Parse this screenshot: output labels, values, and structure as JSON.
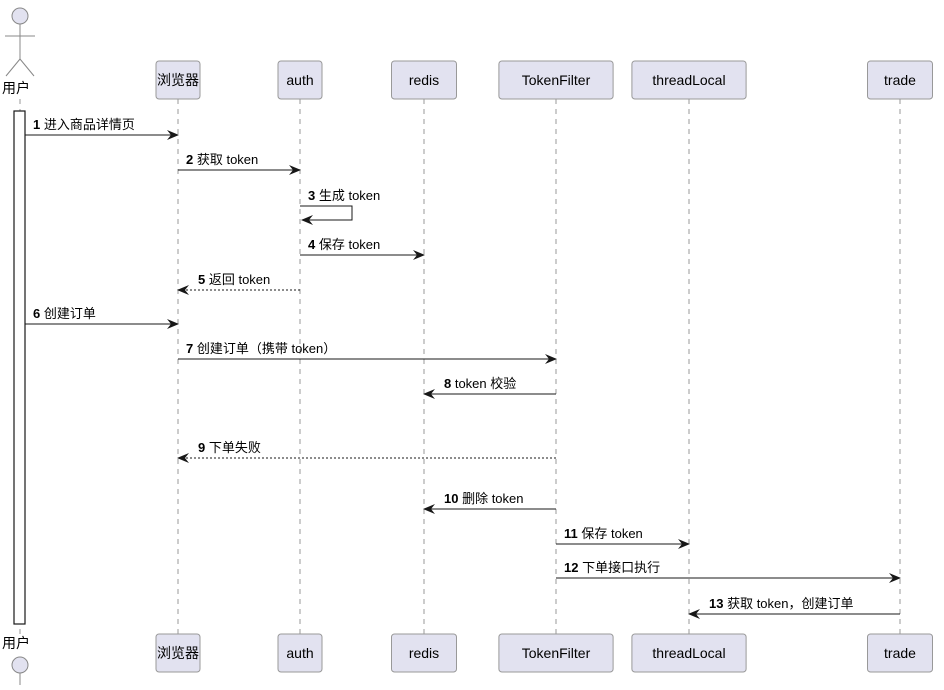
{
  "diagram": {
    "type": "sequence",
    "actor": {
      "label": "用户"
    },
    "participants": [
      "浏览器",
      "auth",
      "redis",
      "TokenFilter",
      "threadLocal",
      "trade"
    ],
    "messages": [
      {
        "num": "1",
        "text": "进入商品详情页",
        "from": "用户",
        "to": "浏览器",
        "style": "solid"
      },
      {
        "num": "2",
        "text": "获取 token",
        "from": "浏览器",
        "to": "auth",
        "style": "solid"
      },
      {
        "num": "3",
        "text": "生成 token",
        "from": "auth",
        "to": "auth",
        "style": "solid"
      },
      {
        "num": "4",
        "text": "保存 token",
        "from": "auth",
        "to": "redis",
        "style": "solid"
      },
      {
        "num": "5",
        "text": "返回 token",
        "from": "auth",
        "to": "浏览器",
        "style": "dashed"
      },
      {
        "num": "6",
        "text": "创建订单",
        "from": "用户",
        "to": "浏览器",
        "style": "solid"
      },
      {
        "num": "7",
        "text": "创建订单（携带 token）",
        "from": "浏览器",
        "to": "TokenFilter",
        "style": "solid"
      },
      {
        "num": "8",
        "text": "token 校验",
        "from": "TokenFilter",
        "to": "redis",
        "style": "solid"
      },
      {
        "num": "9",
        "text": "下单失败",
        "from": "TokenFilter",
        "to": "浏览器",
        "style": "dashed"
      },
      {
        "num": "10",
        "text": "删除 token",
        "from": "TokenFilter",
        "to": "redis",
        "style": "solid"
      },
      {
        "num": "11",
        "text": "保存 token",
        "from": "TokenFilter",
        "to": "threadLocal",
        "style": "solid"
      },
      {
        "num": "12",
        "text": "下单接口执行",
        "from": "TokenFilter",
        "to": "trade",
        "style": "solid"
      },
      {
        "num": "13",
        "text": "获取 token，创建订单",
        "from": "trade",
        "to": "threadLocal",
        "style": "solid"
      }
    ],
    "colors": {
      "box_fill": "#e2e2f0",
      "box_stroke": "#181818",
      "line": "#181818"
    }
  }
}
